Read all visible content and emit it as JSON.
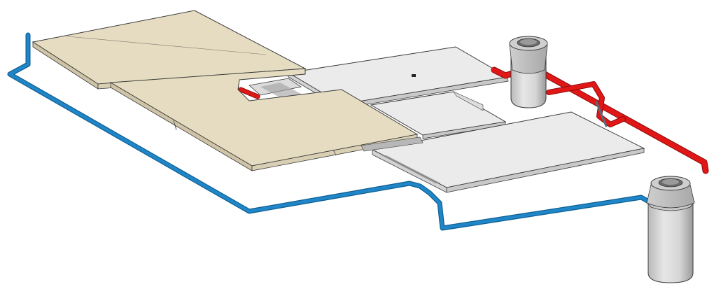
{
  "scene": {
    "background": "#ffffff",
    "colors": {
      "tan_slab": "#e6dcc1",
      "tan_edge": "#cfc4a7",
      "grey_slab": "#e9e9e9",
      "grey_edge": "#c9c9c9",
      "blue_pipe": "#1f86c8",
      "red_pipe": "#e11616",
      "tank_body": "#d6d6d6",
      "tank_shadow": "#a9a9a9",
      "outline": "#3a3a3a"
    },
    "elements": {
      "slabs_tan": 2,
      "slabs_grey": 4,
      "tanks": 2,
      "pipes": [
        "blue-drain-pipe",
        "red-supply-pipe"
      ],
      "drains": 1
    }
  }
}
